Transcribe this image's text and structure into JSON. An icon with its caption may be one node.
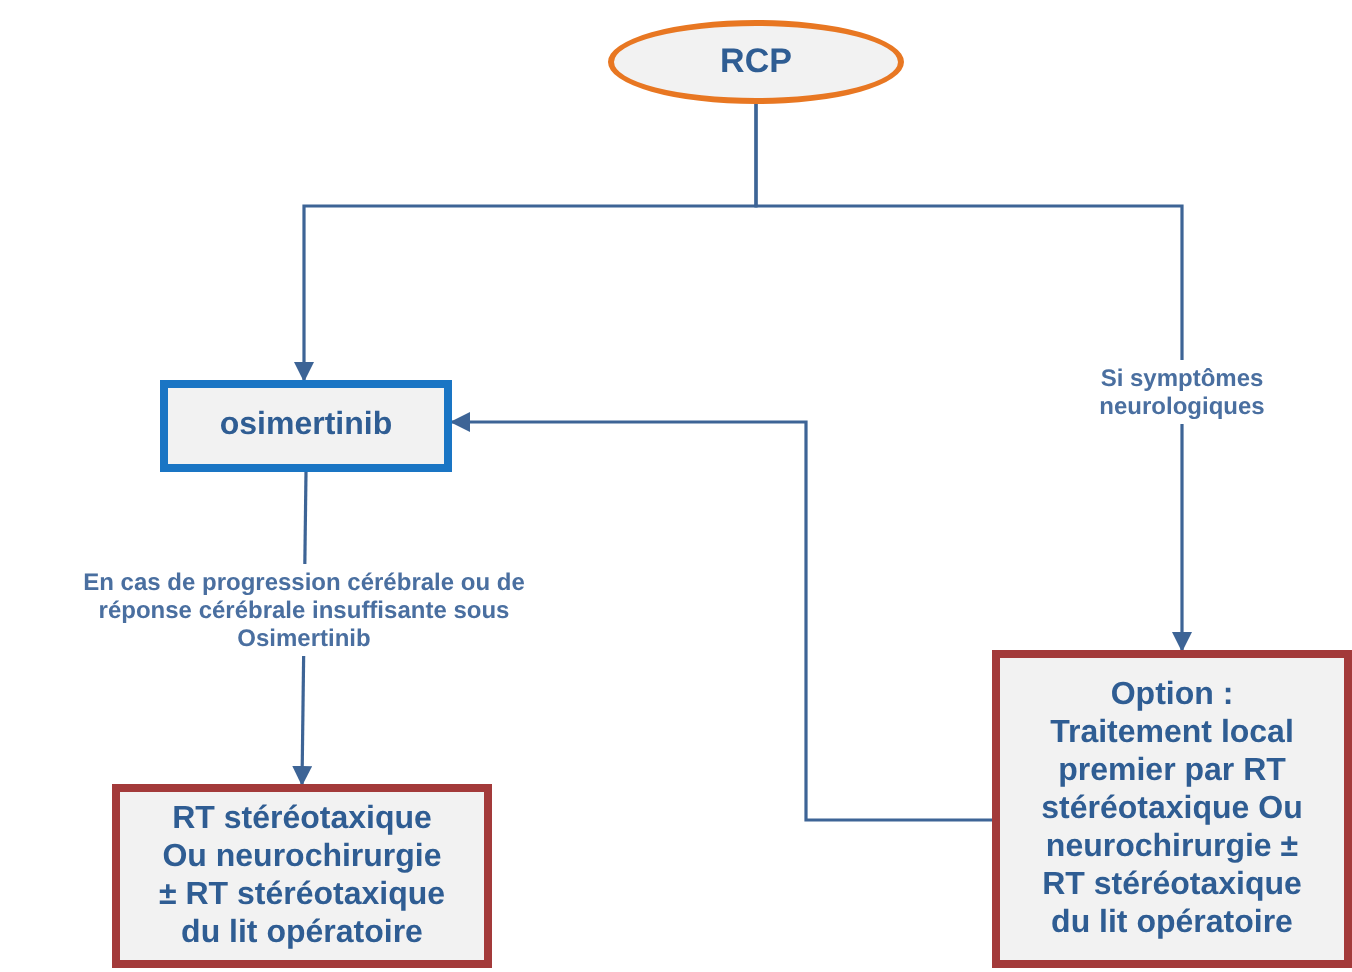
{
  "diagram": {
    "nodes": [
      {
        "text": [
          "RCP"
        ]
      },
      {
        "text": [
          "osimertinib"
        ]
      },
      {
        "text": [
          "RT stéréotaxique Ou neurochirurgie ± RT stéréotaxique du lit opératoire"
        ]
      },
      {
        "text": [
          "Option : Traitement local premier par RT stéréotaxique Ou neurochirurgie ± RT stéréotaxique du lit opératoire"
        ]
      }
    ],
    "edges": [
      {
        "from": 0,
        "to": 1,
        "arrow": "to"
      },
      {
        "from": 0,
        "to": 3,
        "arrow": "to",
        "label": "Si symptômes neurologiques"
      },
      {
        "from": 1,
        "to": 2,
        "arrow": "to",
        "label": "En cas de progression cérébrale ou de réponse cérébrale insuffisante sous Osimertinib"
      },
      {
        "from": 3,
        "to": 1,
        "arrow": "to"
      }
    ]
  }
}
